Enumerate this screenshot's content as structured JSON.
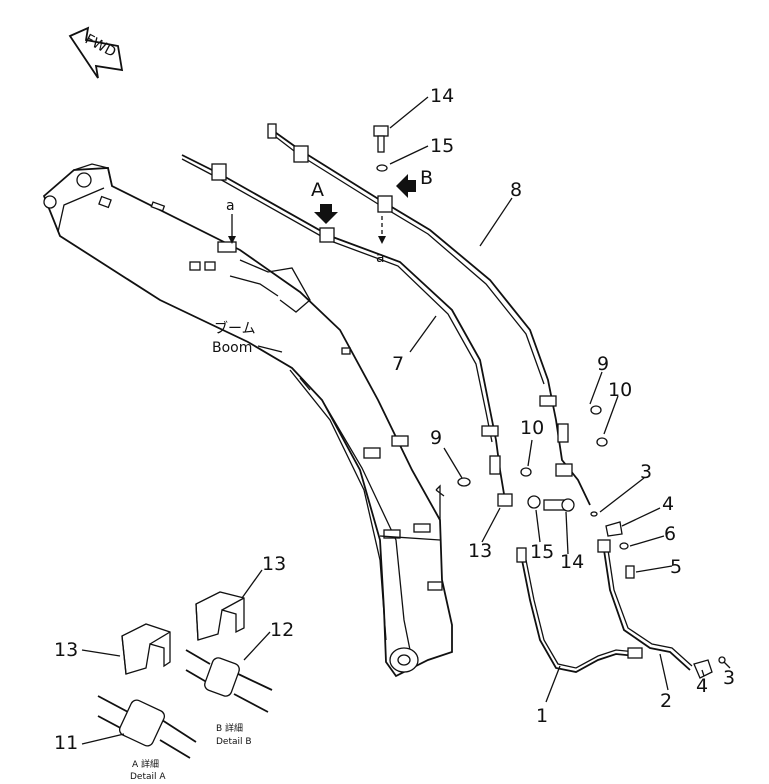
{
  "fwd_label": "FWD",
  "boom_label_jp": "ブーム",
  "boom_label_en": "Boom",
  "view_arrow_a": "A",
  "view_arrow_b": "B",
  "ref_a_top": "a",
  "ref_a_mid": "a",
  "callouts": {
    "c1": "1",
    "c2": "2",
    "c3a": "3",
    "c3b": "3",
    "c4a": "4",
    "c4b": "4",
    "c5": "5",
    "c6": "6",
    "c7": "7",
    "c8": "8",
    "c9a": "9",
    "c9b": "9",
    "c10a": "10",
    "c10b": "10",
    "c11": "11",
    "c12": "12",
    "c13a": "13",
    "c13b": "13",
    "c13c": "13",
    "c14a": "14",
    "c14b": "14",
    "c15a": "15",
    "c15b": "15"
  },
  "detail_a_jp": "A 詳細",
  "detail_a_en": "Detail A",
  "detail_b_jp": "B 詳細",
  "detail_b_en": "Detail B"
}
